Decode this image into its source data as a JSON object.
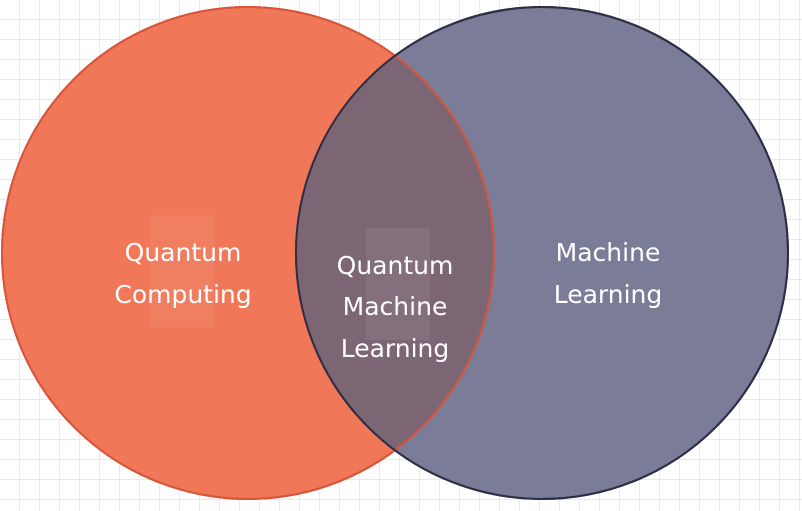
{
  "venn": {
    "left_set": {
      "lines": [
        "Quantum",
        "Computing"
      ],
      "color": "#f07858"
    },
    "right_set": {
      "lines": [
        "Machine",
        "Learning"
      ],
      "color": "#7b7c97"
    },
    "intersection": {
      "lines": [
        "Quantum",
        "Machine",
        "Learning"
      ],
      "color": "#7d6674"
    },
    "outline_colors": {
      "left": "#d8553a",
      "right": "#2e2e47"
    },
    "background_grid": true
  }
}
